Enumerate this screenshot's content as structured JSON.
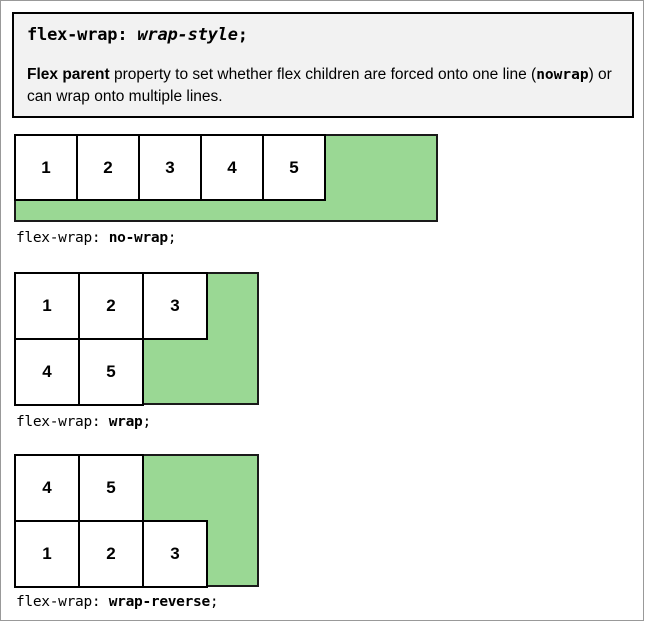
{
  "definition": {
    "syntax_property": "flex-wrap: ",
    "syntax_value": "wrap-style",
    "syntax_semicolon": ";",
    "desc_strong": "Flex parent",
    "desc_part1": " property to set whether flex children are forced onto one line (",
    "desc_mono": "nowrap",
    "desc_part2": ") or can wrap onto multiple lines."
  },
  "colors": {
    "flex_container_green": "#9ad894",
    "flex_item_white": "#ffffff",
    "border_black": "#000000",
    "definition_background": "#f2f2f2",
    "page_border": "#999999"
  },
  "diagrams": [
    {
      "name": "no-wrap",
      "caption_prefix": "flex-wrap: ",
      "caption_value": "no-wrap",
      "caption_semicolon": ";",
      "rows": [
        [
          "1",
          "2",
          "3",
          "4",
          "5"
        ]
      ]
    },
    {
      "name": "wrap",
      "caption_prefix": "flex-wrap: ",
      "caption_value": "wrap",
      "caption_semicolon": ";",
      "rows": [
        [
          "1",
          "2",
          "3"
        ],
        [
          "4",
          "5"
        ]
      ]
    },
    {
      "name": "wrap-reverse",
      "caption_prefix": "flex-wrap: ",
      "caption_value": "wrap-reverse",
      "caption_semicolon": ";",
      "rows": [
        [
          "4",
          "5"
        ],
        [
          "1",
          "2",
          "3"
        ]
      ]
    }
  ]
}
